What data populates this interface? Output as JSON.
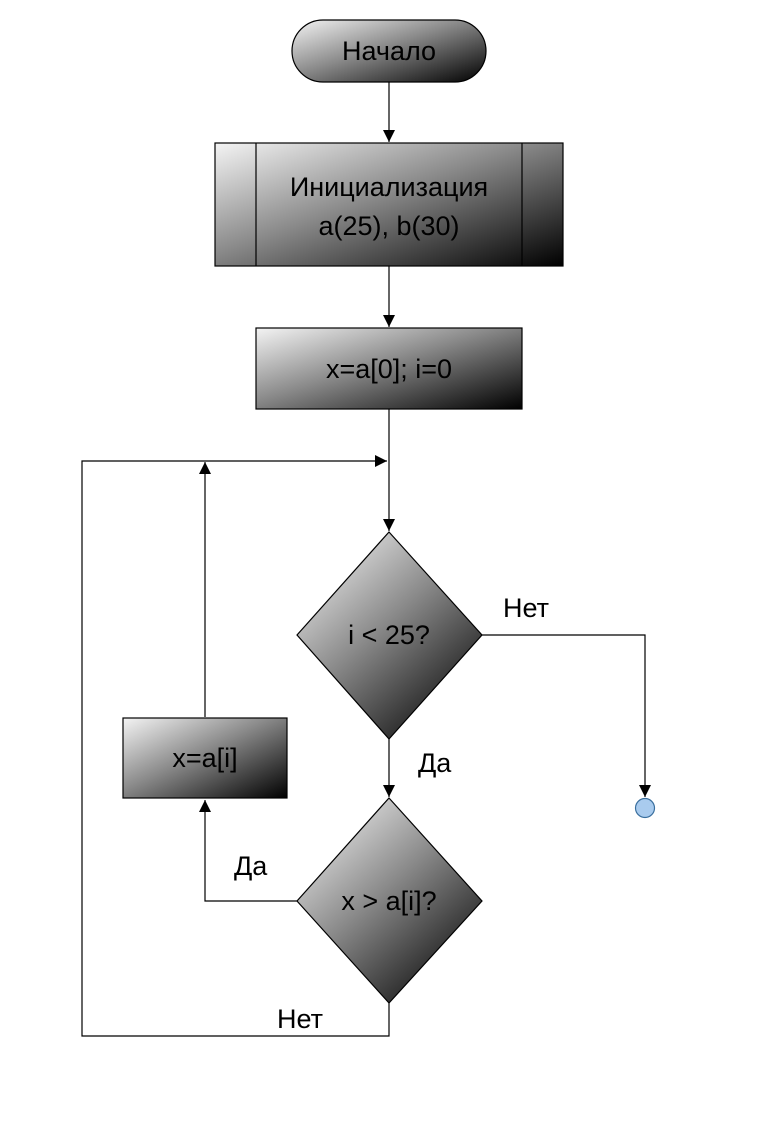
{
  "nodes": {
    "start": {
      "label": "Начало"
    },
    "init": {
      "line1": "Инициализация",
      "line2": "a(25), b(30)"
    },
    "assign_init": {
      "label": "x=a[0]; i=0"
    },
    "cond_loop": {
      "label": "i < 25?"
    },
    "cond_compare": {
      "label": "x > a[i]?"
    },
    "assign_x": {
      "label": "x=a[i]"
    },
    "end": {
      "label": ""
    }
  },
  "edge_labels": {
    "loop_no": "Нет",
    "loop_yes": "Да",
    "compare_yes": "Да",
    "compare_no": "Нет"
  },
  "colors": {
    "shape_gradient_light": "#f2f2f2",
    "shape_gradient_dark": "#000000",
    "end_connector_fill": "#a9cbee",
    "line": "#000000"
  }
}
